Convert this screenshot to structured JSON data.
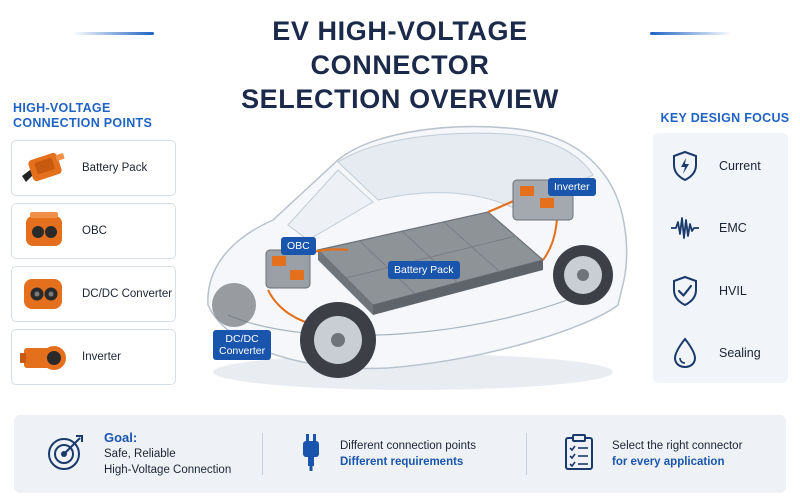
{
  "title": {
    "line1": "EV HIGH-VOLTAGE CONNECTOR",
    "line2": "SELECTION OVERVIEW"
  },
  "connection_points": {
    "heading_line1": "HIGH-VOLTAGE",
    "heading_line2": "CONNECTION POINTS",
    "items": [
      {
        "label": "Battery Pack",
        "icon": "battery-connector-icon",
        "color": "#e46f1c"
      },
      {
        "label": "OBC",
        "icon": "obc-connector-icon",
        "color": "#e46f1c"
      },
      {
        "label": "DC/DC Converter",
        "icon": "dcdc-connector-icon",
        "color": "#e46f1c"
      },
      {
        "label": "Inverter",
        "icon": "inverter-connector-icon",
        "color": "#e46f1c"
      }
    ]
  },
  "key_design_focus": {
    "heading": "KEY DESIGN FOCUS",
    "items": [
      {
        "label": "Current",
        "icon": "shield-bolt-icon"
      },
      {
        "label": "EMC",
        "icon": "waveform-icon"
      },
      {
        "label": "HVIL",
        "icon": "shield-check-icon"
      },
      {
        "label": "Sealing",
        "icon": "water-drop-icon"
      }
    ]
  },
  "car_tags": {
    "inverter": "Inverter",
    "obc": "OBC",
    "battery_pack": "Battery Pack",
    "dcdc_line1": "DC/DC",
    "dcdc_line2": "Converter"
  },
  "bottom": {
    "goal_title": "Goal:",
    "goal_line1": "Safe, Reliable",
    "goal_line2": "High-Voltage Connection",
    "mid_line1": "Different connection points",
    "mid_line2": "Different requirements",
    "right_line1": "Select the right connector",
    "right_line2": "for every application"
  },
  "colors": {
    "accent_blue": "#1f63c4",
    "tag_blue": "#1a55ad",
    "orange": "#e46f1c",
    "title_dark": "#1b2a4a"
  }
}
